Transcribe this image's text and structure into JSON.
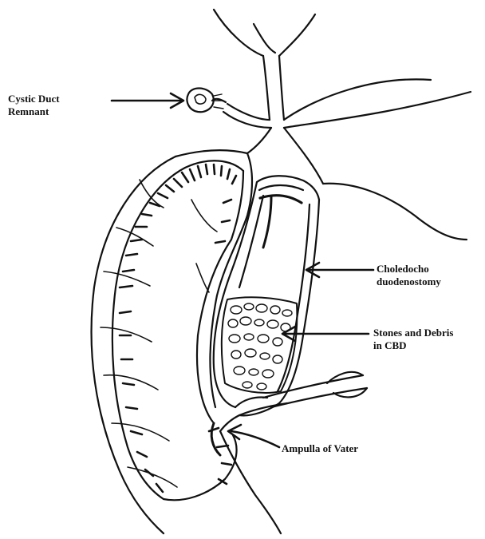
{
  "labels": {
    "cystic_duct_remnant": [
      "Cystic Duct",
      "Remnant"
    ],
    "choledochoduodenostomy": [
      "Choledocho",
      "duodenostomy"
    ],
    "stones_and_debris": [
      "Stones and Debris",
      "in CBD"
    ],
    "ampulla_of_vater": "Ampulla of Vater"
  },
  "colors": {
    "ink": "#111111",
    "background": "#ffffff"
  }
}
